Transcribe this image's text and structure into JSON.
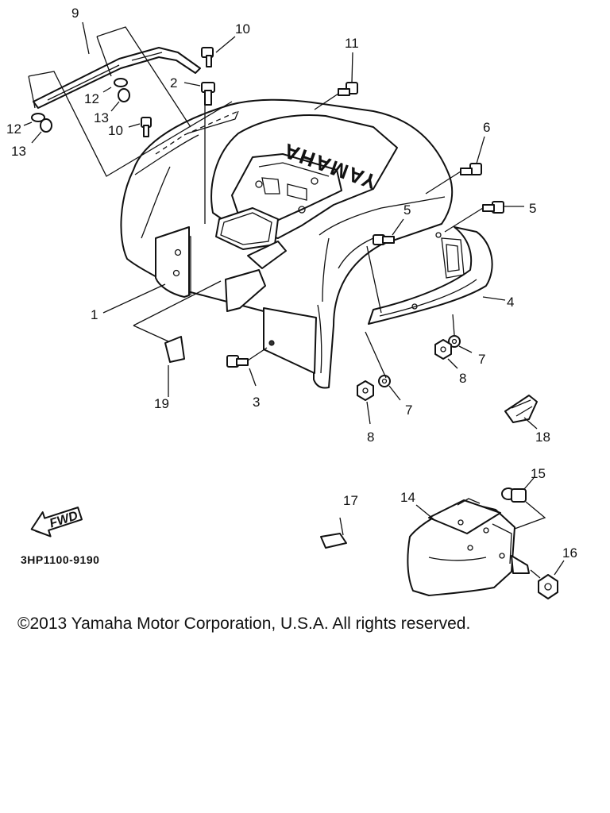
{
  "diagram": {
    "brand_text": "YAMAHA",
    "fwd_label": "FWD",
    "diagram_code": "3HP1100-9190",
    "callouts": [
      {
        "id": "c1",
        "label": "1"
      },
      {
        "id": "c2",
        "label": "2"
      },
      {
        "id": "c3",
        "label": "3"
      },
      {
        "id": "c4",
        "label": "4"
      },
      {
        "id": "c5a",
        "label": "5"
      },
      {
        "id": "c5b",
        "label": "5"
      },
      {
        "id": "c6",
        "label": "6"
      },
      {
        "id": "c7a",
        "label": "7"
      },
      {
        "id": "c7b",
        "label": "7"
      },
      {
        "id": "c8a",
        "label": "8"
      },
      {
        "id": "c8b",
        "label": "8"
      },
      {
        "id": "c9",
        "label": "9"
      },
      {
        "id": "c10a",
        "label": "10"
      },
      {
        "id": "c10b",
        "label": "10"
      },
      {
        "id": "c11",
        "label": "11"
      },
      {
        "id": "c12a",
        "label": "12"
      },
      {
        "id": "c12b",
        "label": "12"
      },
      {
        "id": "c13a",
        "label": "13"
      },
      {
        "id": "c13b",
        "label": "13"
      },
      {
        "id": "c14",
        "label": "14"
      },
      {
        "id": "c15",
        "label": "15"
      },
      {
        "id": "c16",
        "label": "16"
      },
      {
        "id": "c17",
        "label": "17"
      },
      {
        "id": "c18",
        "label": "18"
      },
      {
        "id": "c19",
        "label": "19"
      }
    ]
  },
  "copyright": "©2013 Yamaha Motor Corporation, U.S.A. All rights reserved."
}
